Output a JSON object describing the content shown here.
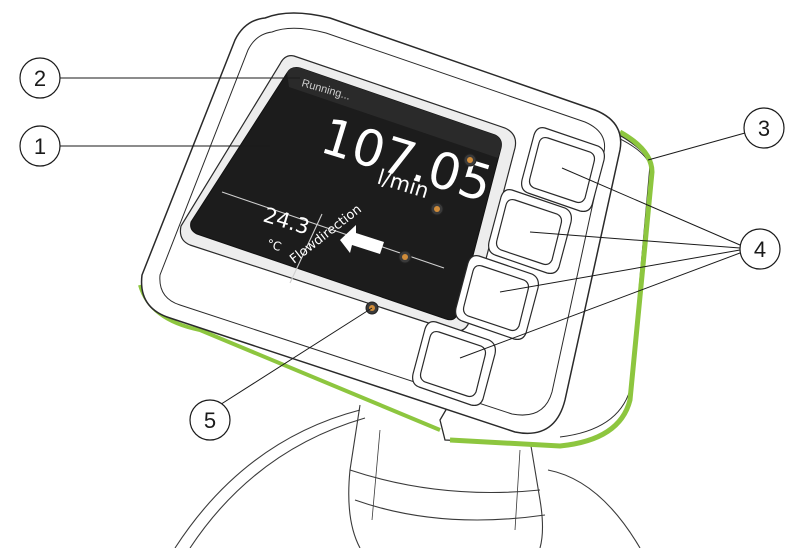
{
  "display": {
    "status": "Running...",
    "flow_value": "107.05",
    "flow_unit": "l/min",
    "temperature_value": "24.3",
    "temperature_unit": "°C",
    "direction_label": "Flowdirection"
  },
  "callouts": [
    {
      "number": "1"
    },
    {
      "number": "2"
    },
    {
      "number": "3"
    },
    {
      "number": "4"
    },
    {
      "number": "5"
    }
  ],
  "colors": {
    "accent_ring": "#8dc63f",
    "screen": "#1c1c1c",
    "housing_stroke": "#2a2a2a"
  }
}
